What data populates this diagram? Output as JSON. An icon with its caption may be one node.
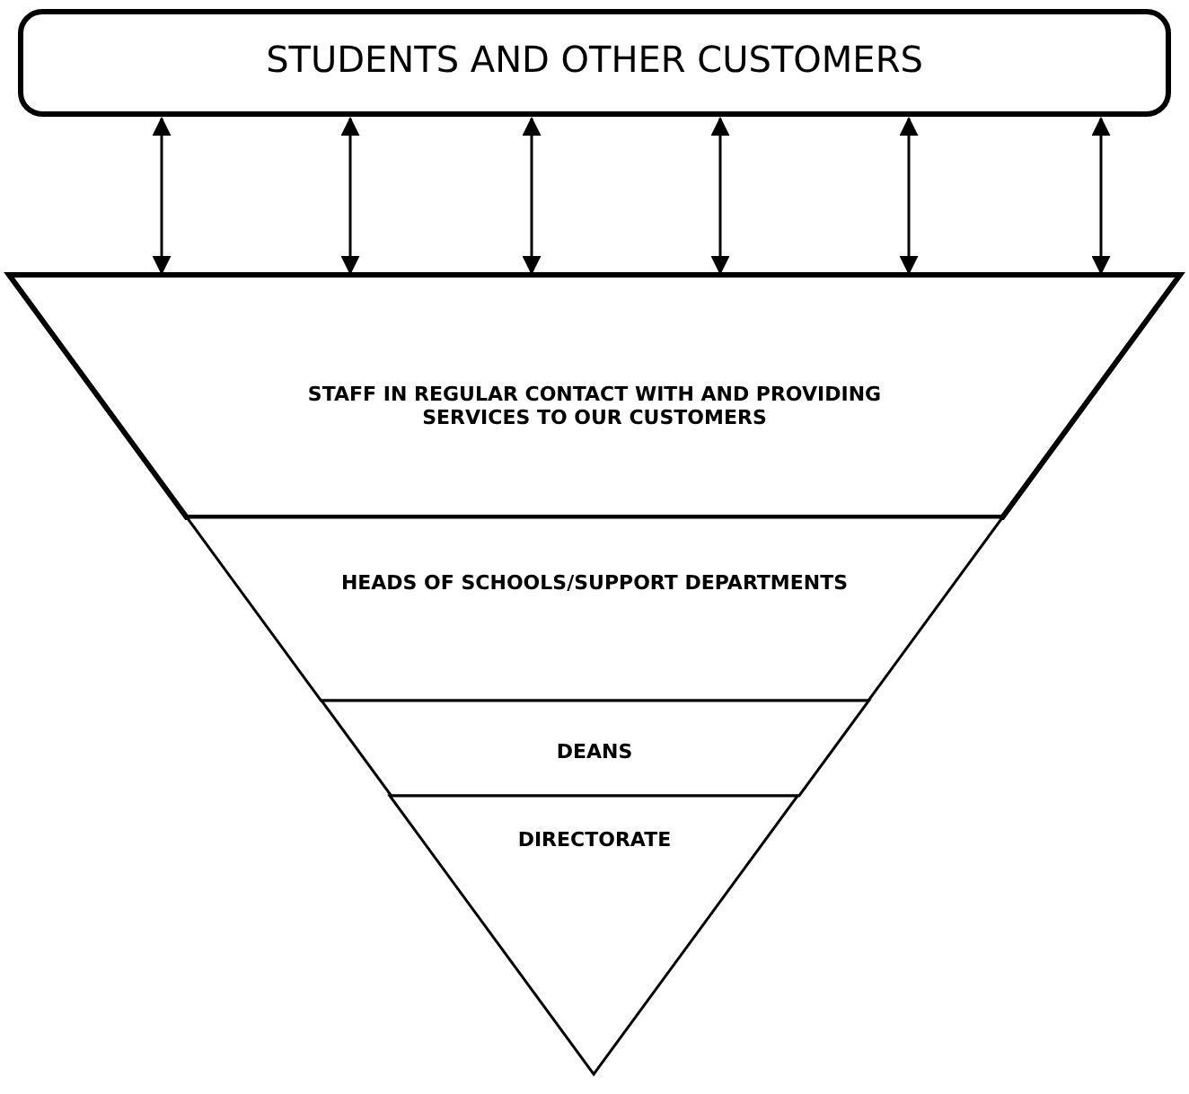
{
  "diagram": {
    "nodes": [
      {
        "text": [
          "STUDENTS AND OTHER CUSTOMERS"
        ]
      },
      {
        "text": [
          "STAFF IN REGULAR CONTACT WITH AND PROVIDING SERVICES TO OUR CUSTOMERS"
        ]
      },
      {
        "text": [
          "HEADS OF SCHOOLS/SUPPORT DEPARTMENTS"
        ]
      },
      {
        "text": [
          "DEANS"
        ]
      },
      {
        "text": [
          "DIRECTORATE"
        ]
      }
    ],
    "edges": [
      {
        "from": 0,
        "to": 1,
        "arrow": "both"
      },
      {
        "from": 0,
        "to": 1,
        "arrow": "both"
      },
      {
        "from": 0,
        "to": 1,
        "arrow": "both"
      },
      {
        "from": 0,
        "to": 1,
        "arrow": "both"
      },
      {
        "from": 0,
        "to": 1,
        "arrow": "both"
      },
      {
        "from": 0,
        "to": 1,
        "arrow": "both"
      }
    ]
  }
}
